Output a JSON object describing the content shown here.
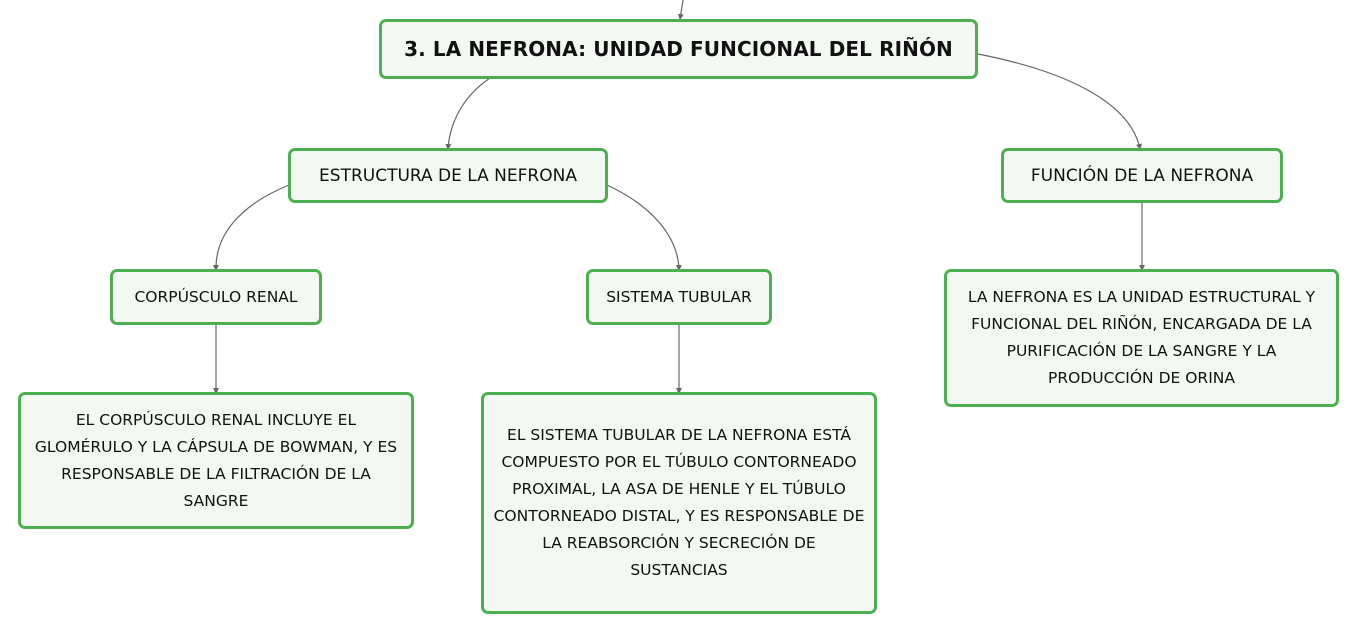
{
  "diagram": {
    "root": {
      "label": "3. LA NEFRONA: UNIDAD FUNCIONAL DEL RIÑÓN"
    },
    "branches": [
      {
        "label": "ESTRUCTURA DE LA NEFRONA",
        "children": [
          {
            "label": "CORPÚSCULO RENAL",
            "description": "EL CORPÚSCULO RENAL INCLUYE EL GLOMÉRULO Y LA CÁPSULA DE BOWMAN, Y ES RESPONSABLE DE LA FILTRACIÓN DE LA SANGRE"
          },
          {
            "label": "SISTEMA TUBULAR",
            "description": "EL SISTEMA TUBULAR DE LA NEFRONA ESTÁ COMPUESTO POR EL TÚBULO CONTORNEADO PROXIMAL, LA ASA DE HENLE Y EL TÚBULO CONTORNEADO DISTAL, Y ES RESPONSABLE DE LA REABSORCIÓN Y SECRECIÓN DE SUSTANCIAS"
          }
        ]
      },
      {
        "label": "FUNCIÓN DE LA NEFRONA",
        "description": "LA NEFRONA ES LA UNIDAD ESTRUCTURAL Y FUNCIONAL DEL RIÑÓN, ENCARGADA DE LA PURIFICACIÓN DE LA SANGRE Y LA PRODUCCIÓN DE ORINA"
      }
    ]
  },
  "colors": {
    "node_border": "#4caf50",
    "node_fill": "#f3f9f2",
    "connector": "#555555"
  }
}
